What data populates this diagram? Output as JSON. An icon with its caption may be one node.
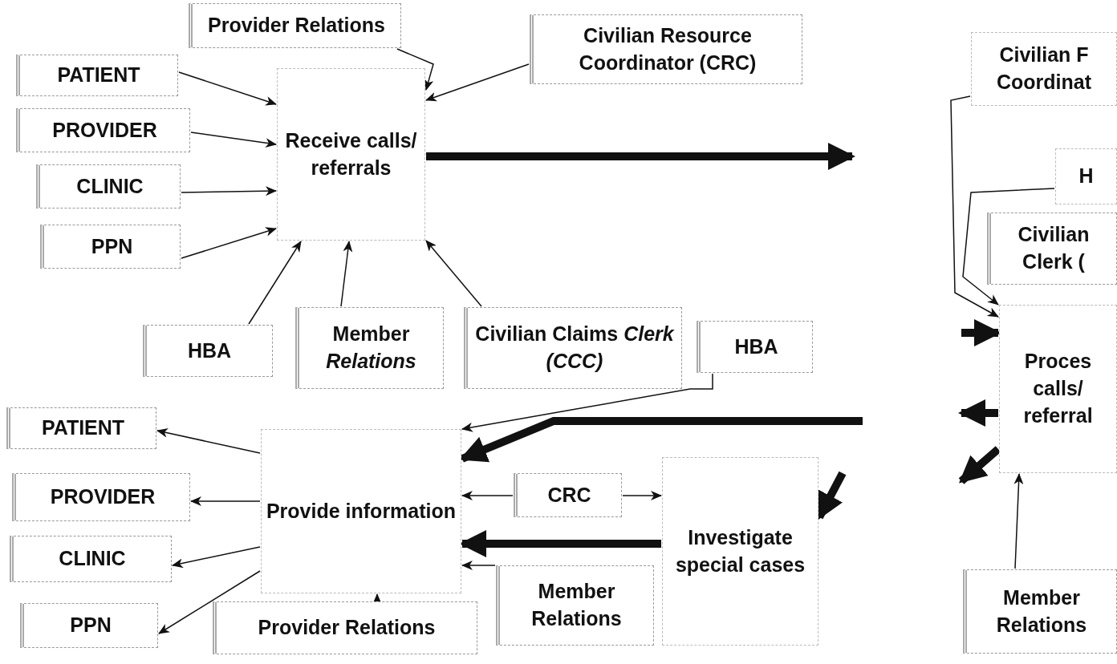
{
  "diagram": {
    "nodes": [
      {
        "text": [
          "PATIENT"
        ]
      },
      {
        "text": [
          "PROVIDER"
        ]
      },
      {
        "text": [
          "CLINIC"
        ]
      },
      {
        "text": [
          "PPN"
        ]
      },
      {
        "text": [
          "Provider Relations"
        ]
      },
      {
        "text": [
          "Receive calls/ referrals"
        ]
      },
      {
        "text": [
          "Civilian Resource Coordinator (CRC)"
        ]
      },
      {
        "text": [
          "HBA"
        ]
      },
      {
        "text": [
          "Member *Relations*"
        ]
      },
      {
        "text": [
          "Civilian Claims *Clerk (CCC)*"
        ]
      },
      {
        "text": [
          "HBA"
        ]
      },
      {
        "text": [
          "PATIENT"
        ]
      },
      {
        "text": [
          "PROVIDER"
        ]
      },
      {
        "text": [
          "CLINIC"
        ]
      },
      {
        "text": [
          "PPN"
        ]
      },
      {
        "text": [
          "Provide information"
        ]
      },
      {
        "text": [
          "CRC"
        ]
      },
      {
        "text": [
          "Investigate special cases"
        ]
      },
      {
        "text": [
          "Provider Relations"
        ]
      },
      {
        "text": [
          "Member Relations"
        ]
      },
      {
        "text": [
          "Civilian F Coordinat"
        ]
      },
      {
        "text": [
          "H"
        ]
      },
      {
        "text": [
          "Civilian Clerk ("
        ]
      },
      {
        "text": [
          "Proces calls/ referral"
        ]
      },
      {
        "text": [
          "Member Relations"
        ]
      }
    ],
    "edges": [
      {
        "from": 0,
        "to": 5,
        "arrow": "to"
      },
      {
        "from": 1,
        "to": 5,
        "arrow": "to"
      },
      {
        "from": 2,
        "to": 5,
        "arrow": "to"
      },
      {
        "from": 3,
        "to": 5,
        "arrow": "to"
      },
      {
        "from": 4,
        "to": 5,
        "arrow": "to"
      },
      {
        "from": 6,
        "to": 5,
        "arrow": "to"
      },
      {
        "from": 7,
        "to": 5,
        "arrow": "to"
      },
      {
        "from": 8,
        "to": 5,
        "arrow": "to"
      },
      {
        "from": 9,
        "to": 5,
        "arrow": "to"
      },
      {
        "from": 5,
        "to": null,
        "arrow": "to",
        "style": "thick"
      },
      {
        "from": 10,
        "to": 15,
        "arrow": "to"
      },
      {
        "from": null,
        "to": 15,
        "arrow": "to",
        "style": "thick"
      },
      {
        "from": null,
        "to": 17,
        "arrow": "to",
        "style": "thick"
      },
      {
        "from": 17,
        "to": 15,
        "arrow": "to",
        "style": "thick"
      },
      {
        "from": 16,
        "to": 15,
        "arrow": "to"
      },
      {
        "from": 16,
        "to": 17,
        "arrow": "to"
      },
      {
        "from": 19,
        "to": 15,
        "arrow": "to"
      },
      {
        "from": 18,
        "to": 15,
        "arrow": "to"
      },
      {
        "from": 15,
        "to": 11,
        "arrow": "to"
      },
      {
        "from": 15,
        "to": 12,
        "arrow": "to"
      },
      {
        "from": 15,
        "to": 13,
        "arrow": "to"
      },
      {
        "from": 15,
        "to": 14,
        "arrow": "to"
      },
      {
        "from": 20,
        "to": 23,
        "arrow": "to"
      },
      {
        "from": 21,
        "to": 23,
        "arrow": "to"
      },
      {
        "from": null,
        "to": 23,
        "arrow": "to",
        "style": "thick"
      },
      {
        "from": 23,
        "to": null,
        "arrow": "to",
        "style": "thick"
      },
      {
        "from": 23,
        "to": null,
        "arrow": "to",
        "style": "thick"
      },
      {
        "from": 24,
        "to": 23,
        "arrow": "to"
      }
    ]
  }
}
